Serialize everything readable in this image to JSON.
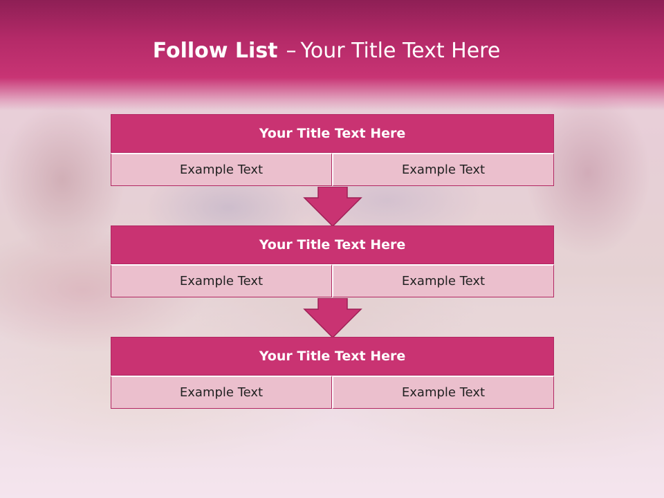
{
  "slide": {
    "title_bold": "Follow List",
    "title_dash": "–",
    "title_rest": "Your Title Text Here"
  },
  "colors": {
    "accent": "#c93372",
    "header_dark": "#8e1f55",
    "cell_fill": "#ebbfcd"
  },
  "flow": [
    {
      "title": "Your Title Text Here",
      "left": "Example Text",
      "right": "Example Text"
    },
    {
      "title": "Your Title Text Here",
      "left": "Example Text",
      "right": "Example Text"
    },
    {
      "title": "Your Title Text Here",
      "left": "Example Text",
      "right": "Example Text"
    }
  ],
  "icons": {
    "connector": "down-arrow-icon"
  }
}
